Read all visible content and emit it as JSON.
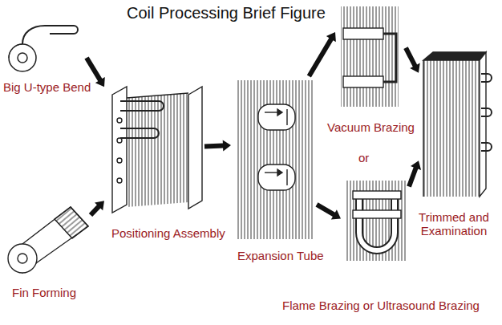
{
  "diagram": {
    "title": "Coil Processing Brief Figure",
    "nodes": [
      {
        "text": [
          "Big U-type Bend"
        ]
      },
      {
        "text": [
          "Fin Forming"
        ]
      },
      {
        "text": [
          "Positioning Assembly"
        ]
      },
      {
        "text": [
          "Expansion Tube"
        ]
      },
      {
        "text": [
          "Vacuum Brazing"
        ]
      },
      {
        "text": [
          "Flame Brazing or Ultrasound Brazing"
        ]
      },
      {
        "text": [
          "Trimmed and Examination"
        ]
      }
    ],
    "edges": [
      {
        "from": 0,
        "to": 2,
        "arrow": "to"
      },
      {
        "from": 1,
        "to": 2,
        "arrow": "to"
      },
      {
        "from": 2,
        "to": 3,
        "arrow": "to"
      },
      {
        "from": 3,
        "to": 4,
        "arrow": "to"
      },
      {
        "from": 3,
        "to": 5,
        "arrow": "to"
      },
      {
        "from": 4,
        "to": 6,
        "arrow": "to"
      },
      {
        "from": 5,
        "to": 6,
        "arrow": "to"
      }
    ],
    "labels": [
      "or"
    ]
  }
}
